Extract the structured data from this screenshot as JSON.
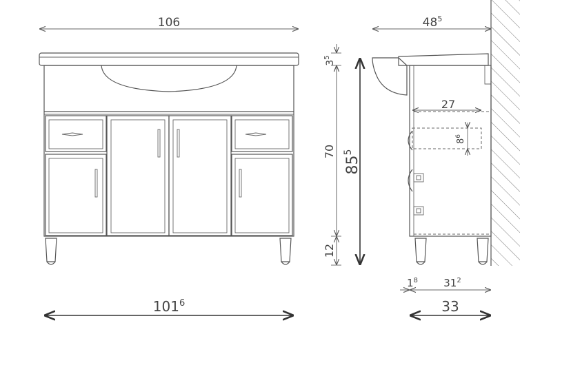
{
  "dimensions": {
    "top_width": {
      "main": "106",
      "sup": ""
    },
    "bottom_width": {
      "main": "101",
      "sup": "6"
    },
    "top_thickness": {
      "main": "3",
      "sup": "5"
    },
    "cabinet_height": {
      "main": "70",
      "sup": ""
    },
    "total_height": {
      "main": "85",
      "sup": "5"
    },
    "leg_height": {
      "main": "12",
      "sup": ""
    },
    "side_depth_top": {
      "main": "48",
      "sup": "5"
    },
    "drawer_depth": {
      "main": "27",
      "sup": ""
    },
    "drawer_height": {
      "main": "8",
      "sup": "6"
    },
    "side_offset": {
      "main": "1",
      "sup": "8"
    },
    "side_body_depth": {
      "main": "31",
      "sup": "2"
    },
    "side_total_depth": {
      "main": "33",
      "sup": ""
    }
  },
  "colors": {
    "line": "#555555",
    "dim": "#666666",
    "bg": "#ffffff"
  }
}
